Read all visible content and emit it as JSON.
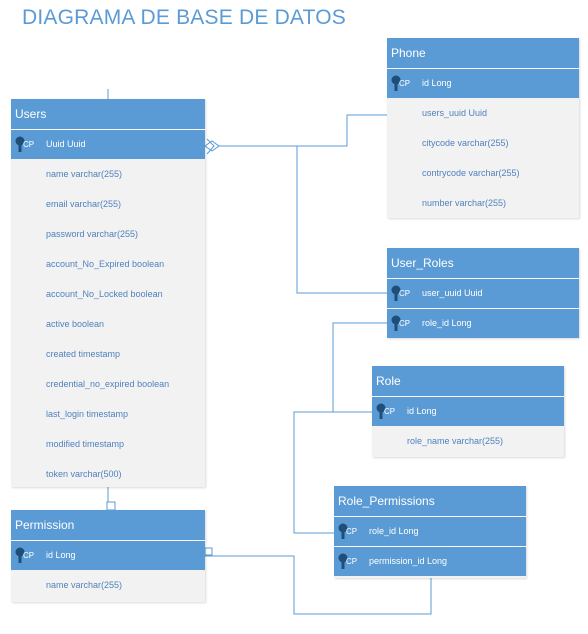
{
  "title": "DIAGRAMA DE BASE DE DATOS",
  "entities": {
    "users": {
      "name": "Users",
      "pk": [
        {
          "cp": "CP",
          "field": "Uuid Uuid"
        }
      ],
      "attributes": [
        "name varchar(255)",
        "email varchar(255)",
        "password varchar(255)",
        "account_No_Expired boolean",
        "account_No_Locked boolean",
        "active boolean",
        "created timestamp",
        "credential_no_expired boolean",
        "last_login timestamp",
        "modified timestamp",
        "token varchar(500)"
      ]
    },
    "phone": {
      "name": "Phone",
      "pk": [
        {
          "cp": "CP",
          "field": "id Long"
        }
      ],
      "attributes": [
        "users_uuid Uuid",
        "citycode varchar(255)",
        "contrycode varchar(255)",
        "number varchar(255)"
      ]
    },
    "user_roles": {
      "name": "User_Roles",
      "pk": [
        {
          "cp": "CP",
          "field": "user_uuid Uuid"
        },
        {
          "cp": "CP",
          "field": "role_id Long"
        }
      ],
      "attributes": []
    },
    "role": {
      "name": "Role",
      "pk": [
        {
          "cp": "CP",
          "field": "id Long"
        }
      ],
      "attributes": [
        "role_name varchar(255)"
      ]
    },
    "role_permissions": {
      "name": "Role_Permissions",
      "pk": [
        {
          "cp": "CP",
          "field": "role_id Long"
        },
        {
          "cp": "CP",
          "field": "permission_id Long"
        }
      ],
      "attributes": []
    },
    "permission": {
      "name": "Permission",
      "pk": [
        {
          "cp": "CP",
          "field": "id Long"
        }
      ],
      "attributes": [
        "name varchar(255)"
      ]
    }
  },
  "colors": {
    "header": "#5b9bd5",
    "body": "#f2f2f2",
    "attribute_text": "#4f81bd",
    "key_icon": "#1f4e79",
    "line": "#5b9bd5"
  }
}
